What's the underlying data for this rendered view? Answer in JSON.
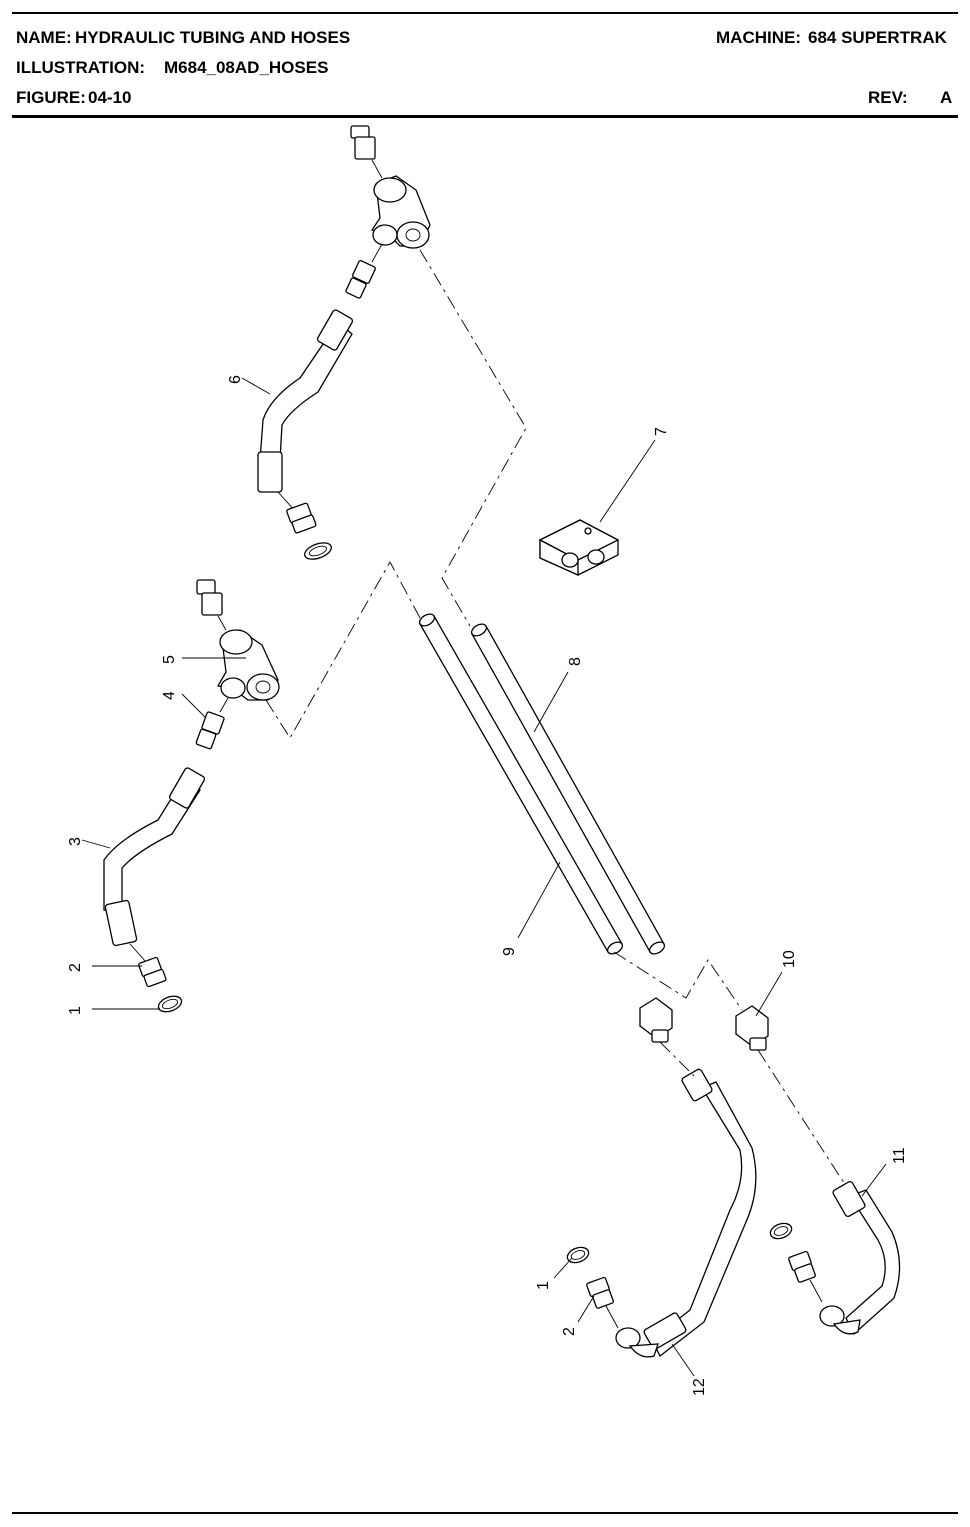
{
  "header": {
    "name_label": "NAME:",
    "name_value": "HYDRAULIC TUBING AND HOSES",
    "machine_label": "MACHINE:",
    "machine_value": "684 SUPERTRAK",
    "illustration_label": "ILLUSTRATION:",
    "illustration_value": "M684_08AD_HOSES",
    "figure_label": "FIGURE:",
    "figure_value": "04-10",
    "rev_label": "REV:",
    "rev_value": "A"
  },
  "callouts": {
    "c1a": "1",
    "c2a": "2",
    "c3": "3",
    "c4": "4",
    "c5": "5",
    "c6": "6",
    "c7": "7",
    "c8": "8",
    "c9": "9",
    "c10": "10",
    "c11": "11",
    "c12": "12",
    "c1b": "1",
    "c2b": "2"
  }
}
